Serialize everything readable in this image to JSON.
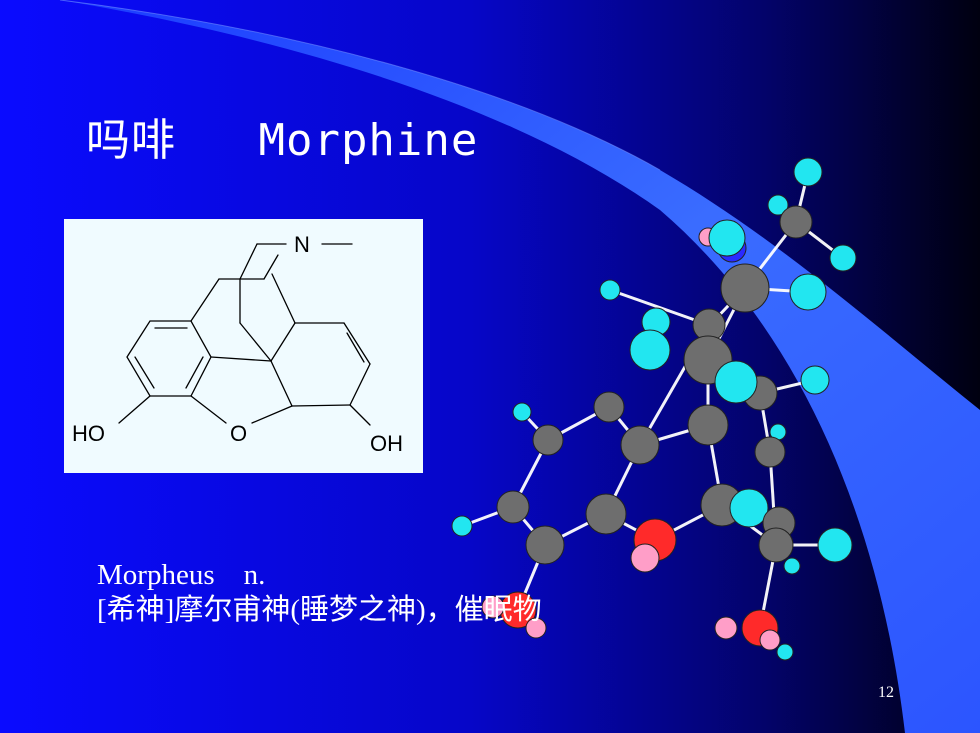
{
  "slide": {
    "title": "吗啡   Morphine",
    "structure": {
      "labels": {
        "nitrogen": "N",
        "oxygen": "O",
        "hydroxyl_left": "HO",
        "hydroxyl_right": "OH"
      }
    },
    "caption": {
      "line1": "Morpheus    n.",
      "line2": "[希神]摩尔甫神(睡梦之神)，催眠物"
    },
    "page_number": "12"
  },
  "colors": {
    "background_left": "#0a0bff",
    "background_right": "#000010",
    "swoosh": "#3a6cff",
    "carbon_atom": "#6e6e6e",
    "hydrogen_atom": "#22e6f0",
    "oxygen_atom": "#ff2a2a",
    "nitrogen_atom": "#2a2aff",
    "pink_atom": "#ff9ec8"
  }
}
